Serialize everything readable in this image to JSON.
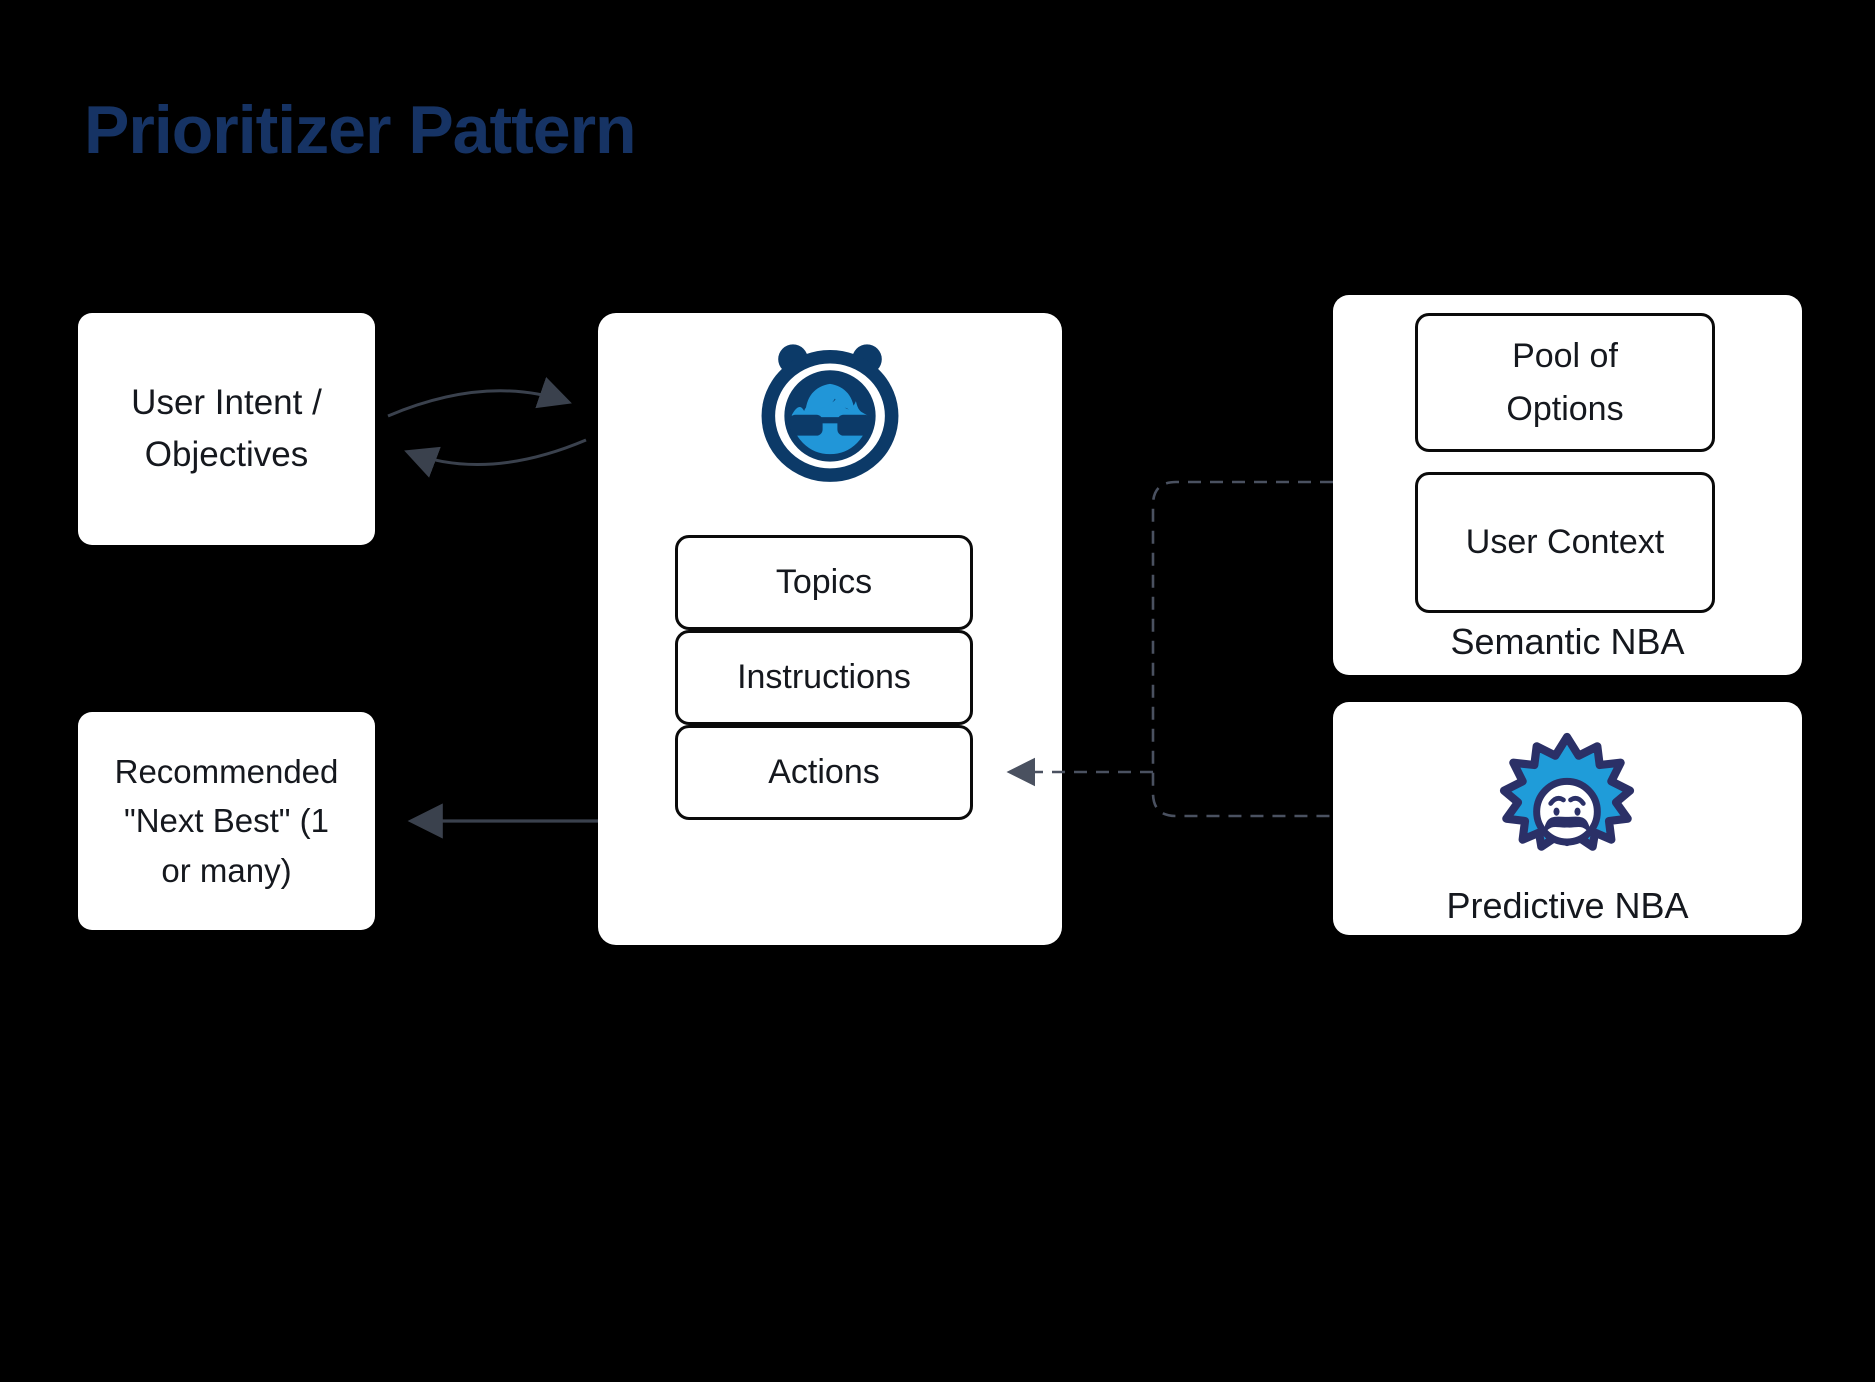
{
  "title": {
    "text": "Prioritizer Pattern"
  },
  "left_column": {
    "user_intent_box": {
      "line1": "User Intent /",
      "line2": "Objectives"
    },
    "recommended_box": {
      "line1": "Recommended",
      "line2": "\"Next Best\" (1",
      "line3": "or many)"
    }
  },
  "agent_box": {
    "icon": "agentforce-mascot-icon",
    "components": [
      {
        "label": "Topics"
      },
      {
        "label": "Instructions"
      },
      {
        "label": "Actions"
      }
    ]
  },
  "right_column": {
    "semantic_box": {
      "pool_of_options": {
        "line1": "Pool of",
        "line2": "Options"
      },
      "user_context": {
        "label": "User Context"
      },
      "caption": "Semantic NBA"
    },
    "predictive_box": {
      "icon": "einstein-icon",
      "caption": "Predictive NBA"
    }
  },
  "connectors": {
    "cycle": "bidirectional loop between User Intent / Objectives and agent",
    "recommendation_arrow": "agent to Recommended Next Best",
    "dashed_inputs_arrow": "Semantic NBA and Predictive NBA into Actions"
  },
  "colors": {
    "background": "#000000",
    "title": "#163364",
    "box_fill": "#ffffff",
    "text": "#15181e",
    "inner_border": "#0a0a0a",
    "arrow": "#3a414d",
    "dashed": "#4a5160",
    "mascot_navy": "#0c3a68",
    "mascot_blue": "#2196d8",
    "einstein_navy": "#2b3067",
    "einstein_blue": "#1f9cd9"
  }
}
